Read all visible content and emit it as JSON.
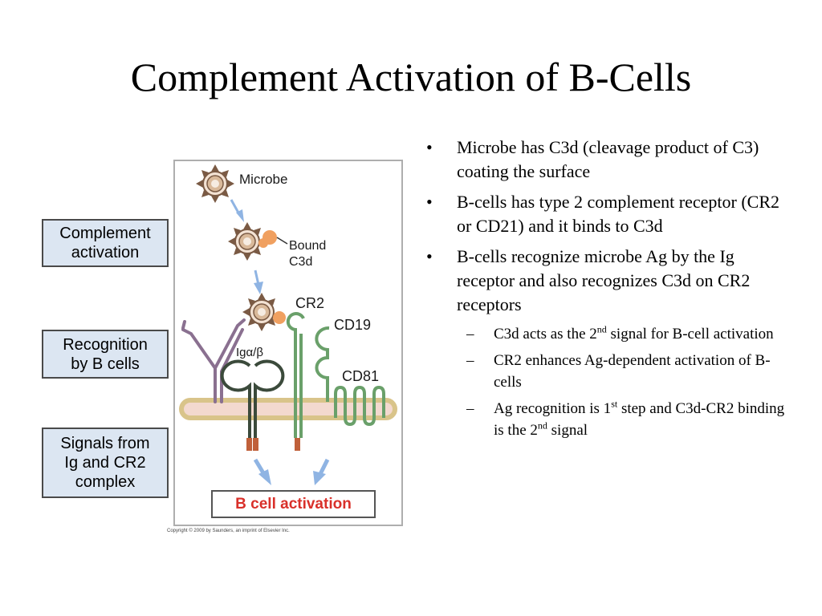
{
  "title": "Complement Activation of B-Cells",
  "stage_boxes": [
    "Complement\nactivation",
    "Recognition\nby B cells",
    "Signals from\nIg and CR2\ncomplex"
  ],
  "figure": {
    "microbe_label": "Microbe",
    "bound_label_line1": "Bound",
    "bound_label_line2": "C3d",
    "cr2_label": "CR2",
    "cd19_label": "CD19",
    "ig_label": "Igα/β",
    "cd81_label": "CD81",
    "activation_label": "B cell activation",
    "copyright": "Copyright © 2009 by Saunders, an imprint of Elsevier Inc."
  },
  "bullets": [
    {
      "text": "Microbe has C3d (cleavage product of C3) coating the surface"
    },
    {
      "text": "B-cells has type 2 complement receptor (CR2 or CD21) and it binds to C3d"
    },
    {
      "text": "B-cells recognize microbe Ag by the Ig receptor and also recognizes C3d on CR2 receptors"
    }
  ],
  "sub_bullets": [
    {
      "a": "C3d acts as the 2",
      "sup": "nd",
      "b": " signal for B-cell activation"
    },
    {
      "a": "CR2 enhances Ag-dependent activation of B-cells",
      "sup": "",
      "b": ""
    },
    {
      "a": "Ag recognition is 1",
      "sup": "st",
      "b": " step and C3d-CR2 binding is the 2",
      "sup2": "nd",
      "c": " signal"
    }
  ],
  "bullet_mark": "•",
  "sub_mark": "–",
  "colors": {
    "box_fill": "#dce6f2",
    "membrane": "#d9c48a",
    "membrane_fill": "#f3d9cf",
    "c3d": "#f0a060",
    "ig_dark": "#3b4a3b",
    "bcr_purple": "#8a7090",
    "cr2_green": "#6aa06a",
    "arrow_blue": "#8fb4e3",
    "activation_red": "#d9302a"
  }
}
